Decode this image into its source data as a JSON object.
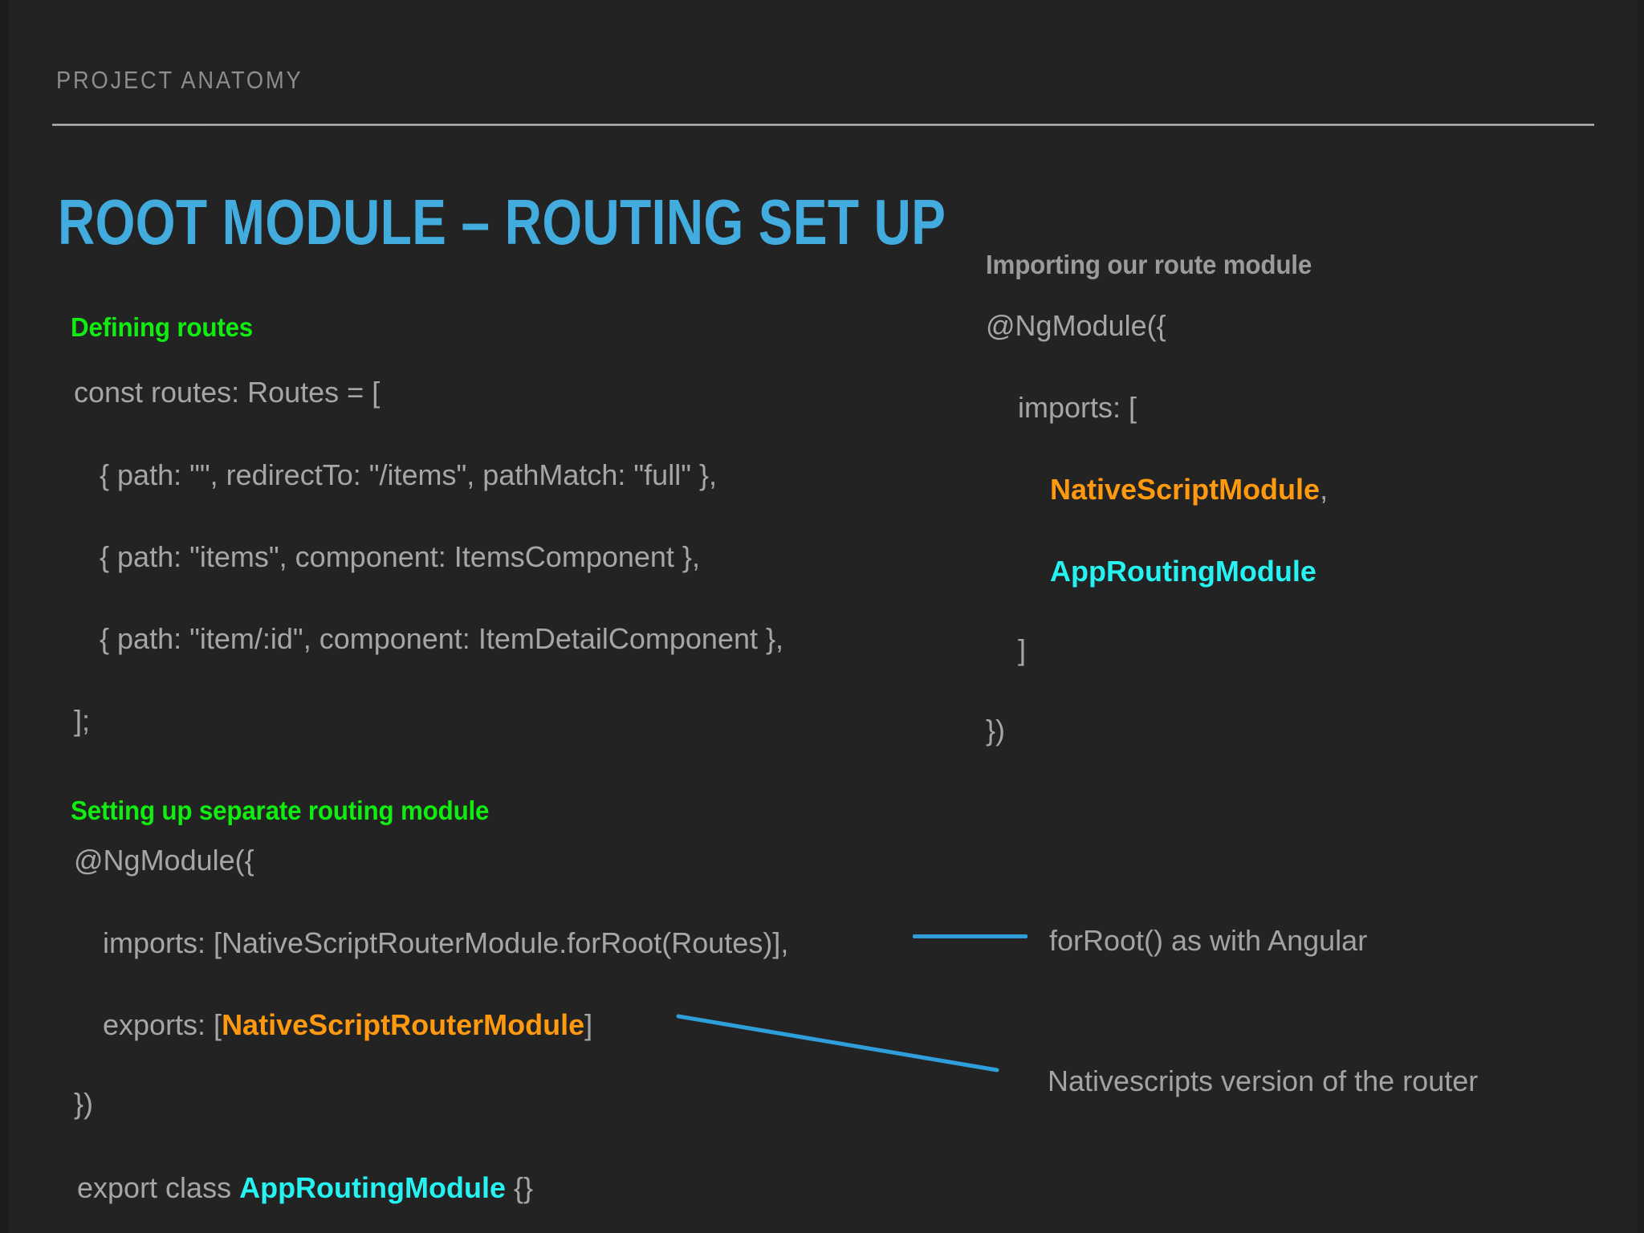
{
  "slide": {
    "kicker": "PROJECT ANATOMY",
    "title": "ROOT MODULE – ROUTING SET UP",
    "accent_blue": "#43acdf",
    "accent_green": "#11ec11",
    "accent_orange": "#ff9a10",
    "accent_cyan": "#26f2f2",
    "body_gray": "#a6a6a6",
    "background": "#232323",
    "connector_color": "#2f9fdc"
  },
  "left_column": {
    "section1_heading": "Defining routes",
    "code1": [
      "const routes: Routes = [",
      "{ path: \"\", redirectTo: \"/items\", pathMatch: \"full\" },",
      "{ path: \"items\", component: ItemsComponent },",
      "{ path: \"item/:id\", component: ItemDetailComponent },",
      "];"
    ],
    "section2_heading": "Setting up separate routing module",
    "code2": {
      "ngmodule_open": "@NgModule({",
      "imports_line": "imports: [NativeScriptRouterModule.forRoot(Routes)],",
      "exports_prefix": "exports: [",
      "exports_keyword": "NativeScriptRouterModule",
      "exports_suffix": "]",
      "ngmodule_close": "})",
      "export_class_prefix": "export class ",
      "export_class_keyword": "AppRoutingModule",
      "export_class_suffix": " {}"
    }
  },
  "right_column": {
    "heading": "Importing our route module",
    "ngmodule_open": "@NgModule({",
    "imports_open": "imports: [",
    "import_1": "NativeScriptModule",
    "import_1_comma": ",",
    "import_2": "AppRoutingModule",
    "imports_close": "]",
    "ngmodule_close": "})"
  },
  "annotations": [
    {
      "text": "forRoot() as with Angular"
    },
    {
      "text": "Nativescripts version of the router"
    }
  ]
}
